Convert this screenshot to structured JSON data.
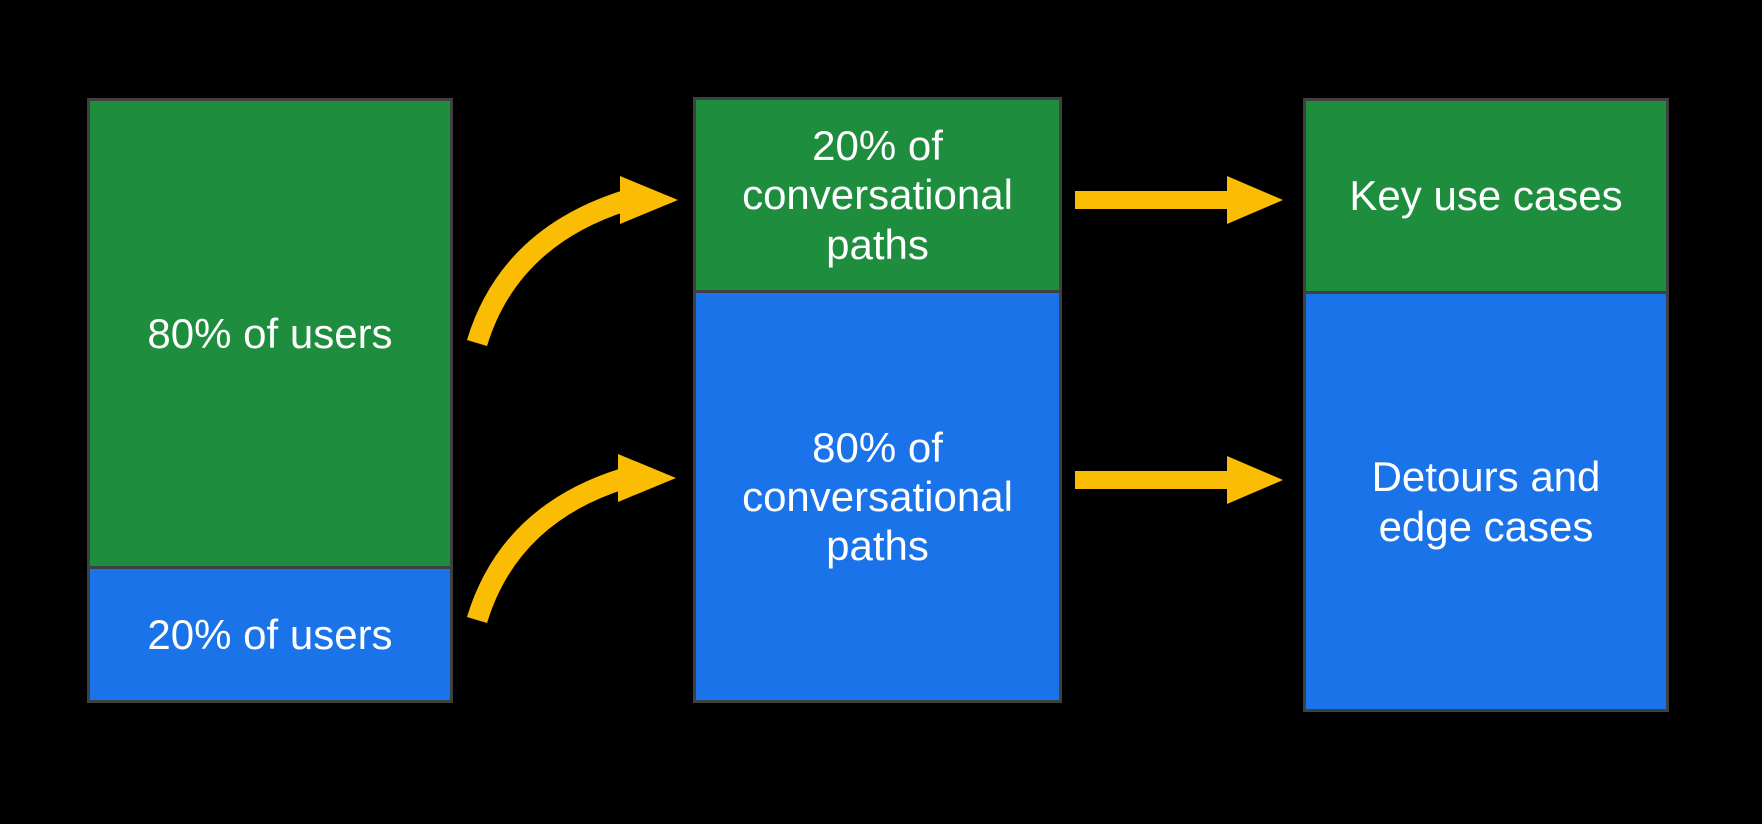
{
  "colors": {
    "green": "#1E8E3E",
    "blue": "#1A73E8",
    "yellow": "#FBBC04",
    "border": "#3F4040",
    "background": "#000000",
    "text": "#FFFFFF"
  },
  "flow": {
    "columns": [
      {
        "name": "users",
        "segments": [
          {
            "value": "80% of users",
            "color": "green"
          },
          {
            "value": "20% of users",
            "color": "blue"
          }
        ]
      },
      {
        "name": "conversational-paths",
        "segments": [
          {
            "value": "20% of conversational paths",
            "color": "green"
          },
          {
            "value": "80% of conversational paths",
            "color": "blue"
          }
        ]
      },
      {
        "name": "outcomes",
        "segments": [
          {
            "value": "Key use cases",
            "color": "green"
          },
          {
            "value": "Detours and edge cases",
            "color": "blue"
          }
        ]
      }
    ],
    "arrows": [
      {
        "name": "curved-arrow-top",
        "style": "curved",
        "from": "80% of users",
        "to": "20% of conversational paths"
      },
      {
        "name": "curved-arrow-bottom",
        "style": "curved",
        "from": "20% of users",
        "to": "80% of conversational paths"
      },
      {
        "name": "straight-arrow-top",
        "style": "straight",
        "from": "20% of conversational paths",
        "to": "Key use cases"
      },
      {
        "name": "straight-arrow-bottom",
        "style": "straight",
        "from": "80% of conversational paths",
        "to": "Detours and edge cases"
      }
    ]
  }
}
